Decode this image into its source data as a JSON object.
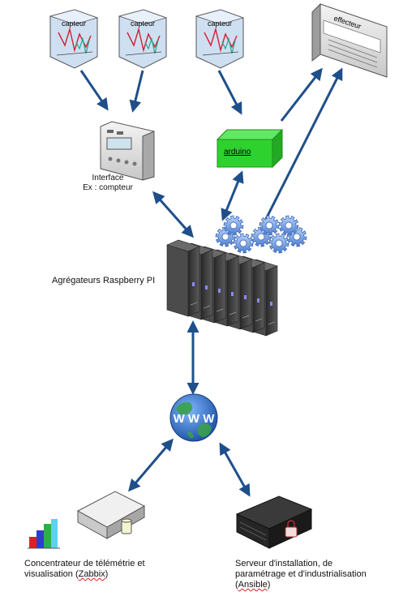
{
  "sensors": [
    {
      "label": "capteur",
      "icon": "sensor-graph-icon"
    },
    {
      "label": "capteur",
      "icon": "sensor-graph-icon"
    },
    {
      "label": "capteur",
      "icon": "sensor-graph-icon"
    }
  ],
  "actuator": {
    "label": "effecteur",
    "icon": "actuator-device-icon"
  },
  "interface": {
    "line1": "Interface",
    "line2": "Ex : compteur",
    "icon": "meter-device-icon"
  },
  "arduino": {
    "label": "arduino",
    "color": "#2fd12f",
    "icon": "arduino-board-icon"
  },
  "aggregators": {
    "label": "Agrégateurs Raspberry PI",
    "icon": "server-rack-icon",
    "gear_icon": "gears-icon"
  },
  "internet": {
    "glyphs": "W W W",
    "icon": "www-globe-icon"
  },
  "zabbix": {
    "line1": "Concentrateur de télémétrie et",
    "line2_prefix": "visualisation (",
    "line2_word": "Zabbix",
    "line2_suffix": ")",
    "icon": "bar-chart-icon",
    "server_icon": "database-server-icon"
  },
  "ansible": {
    "line1": "Serveur d'installation, de",
    "line2": "paramétrage et d'industrialisation",
    "line3_prefix": "(",
    "line3_word": "Ansible",
    "line3_suffix": ")",
    "icon": "locked-server-icon"
  },
  "colors": {
    "arrow": "#1f4f8a",
    "arduino": "#2fd12f",
    "gear": "#6f9ee0"
  }
}
